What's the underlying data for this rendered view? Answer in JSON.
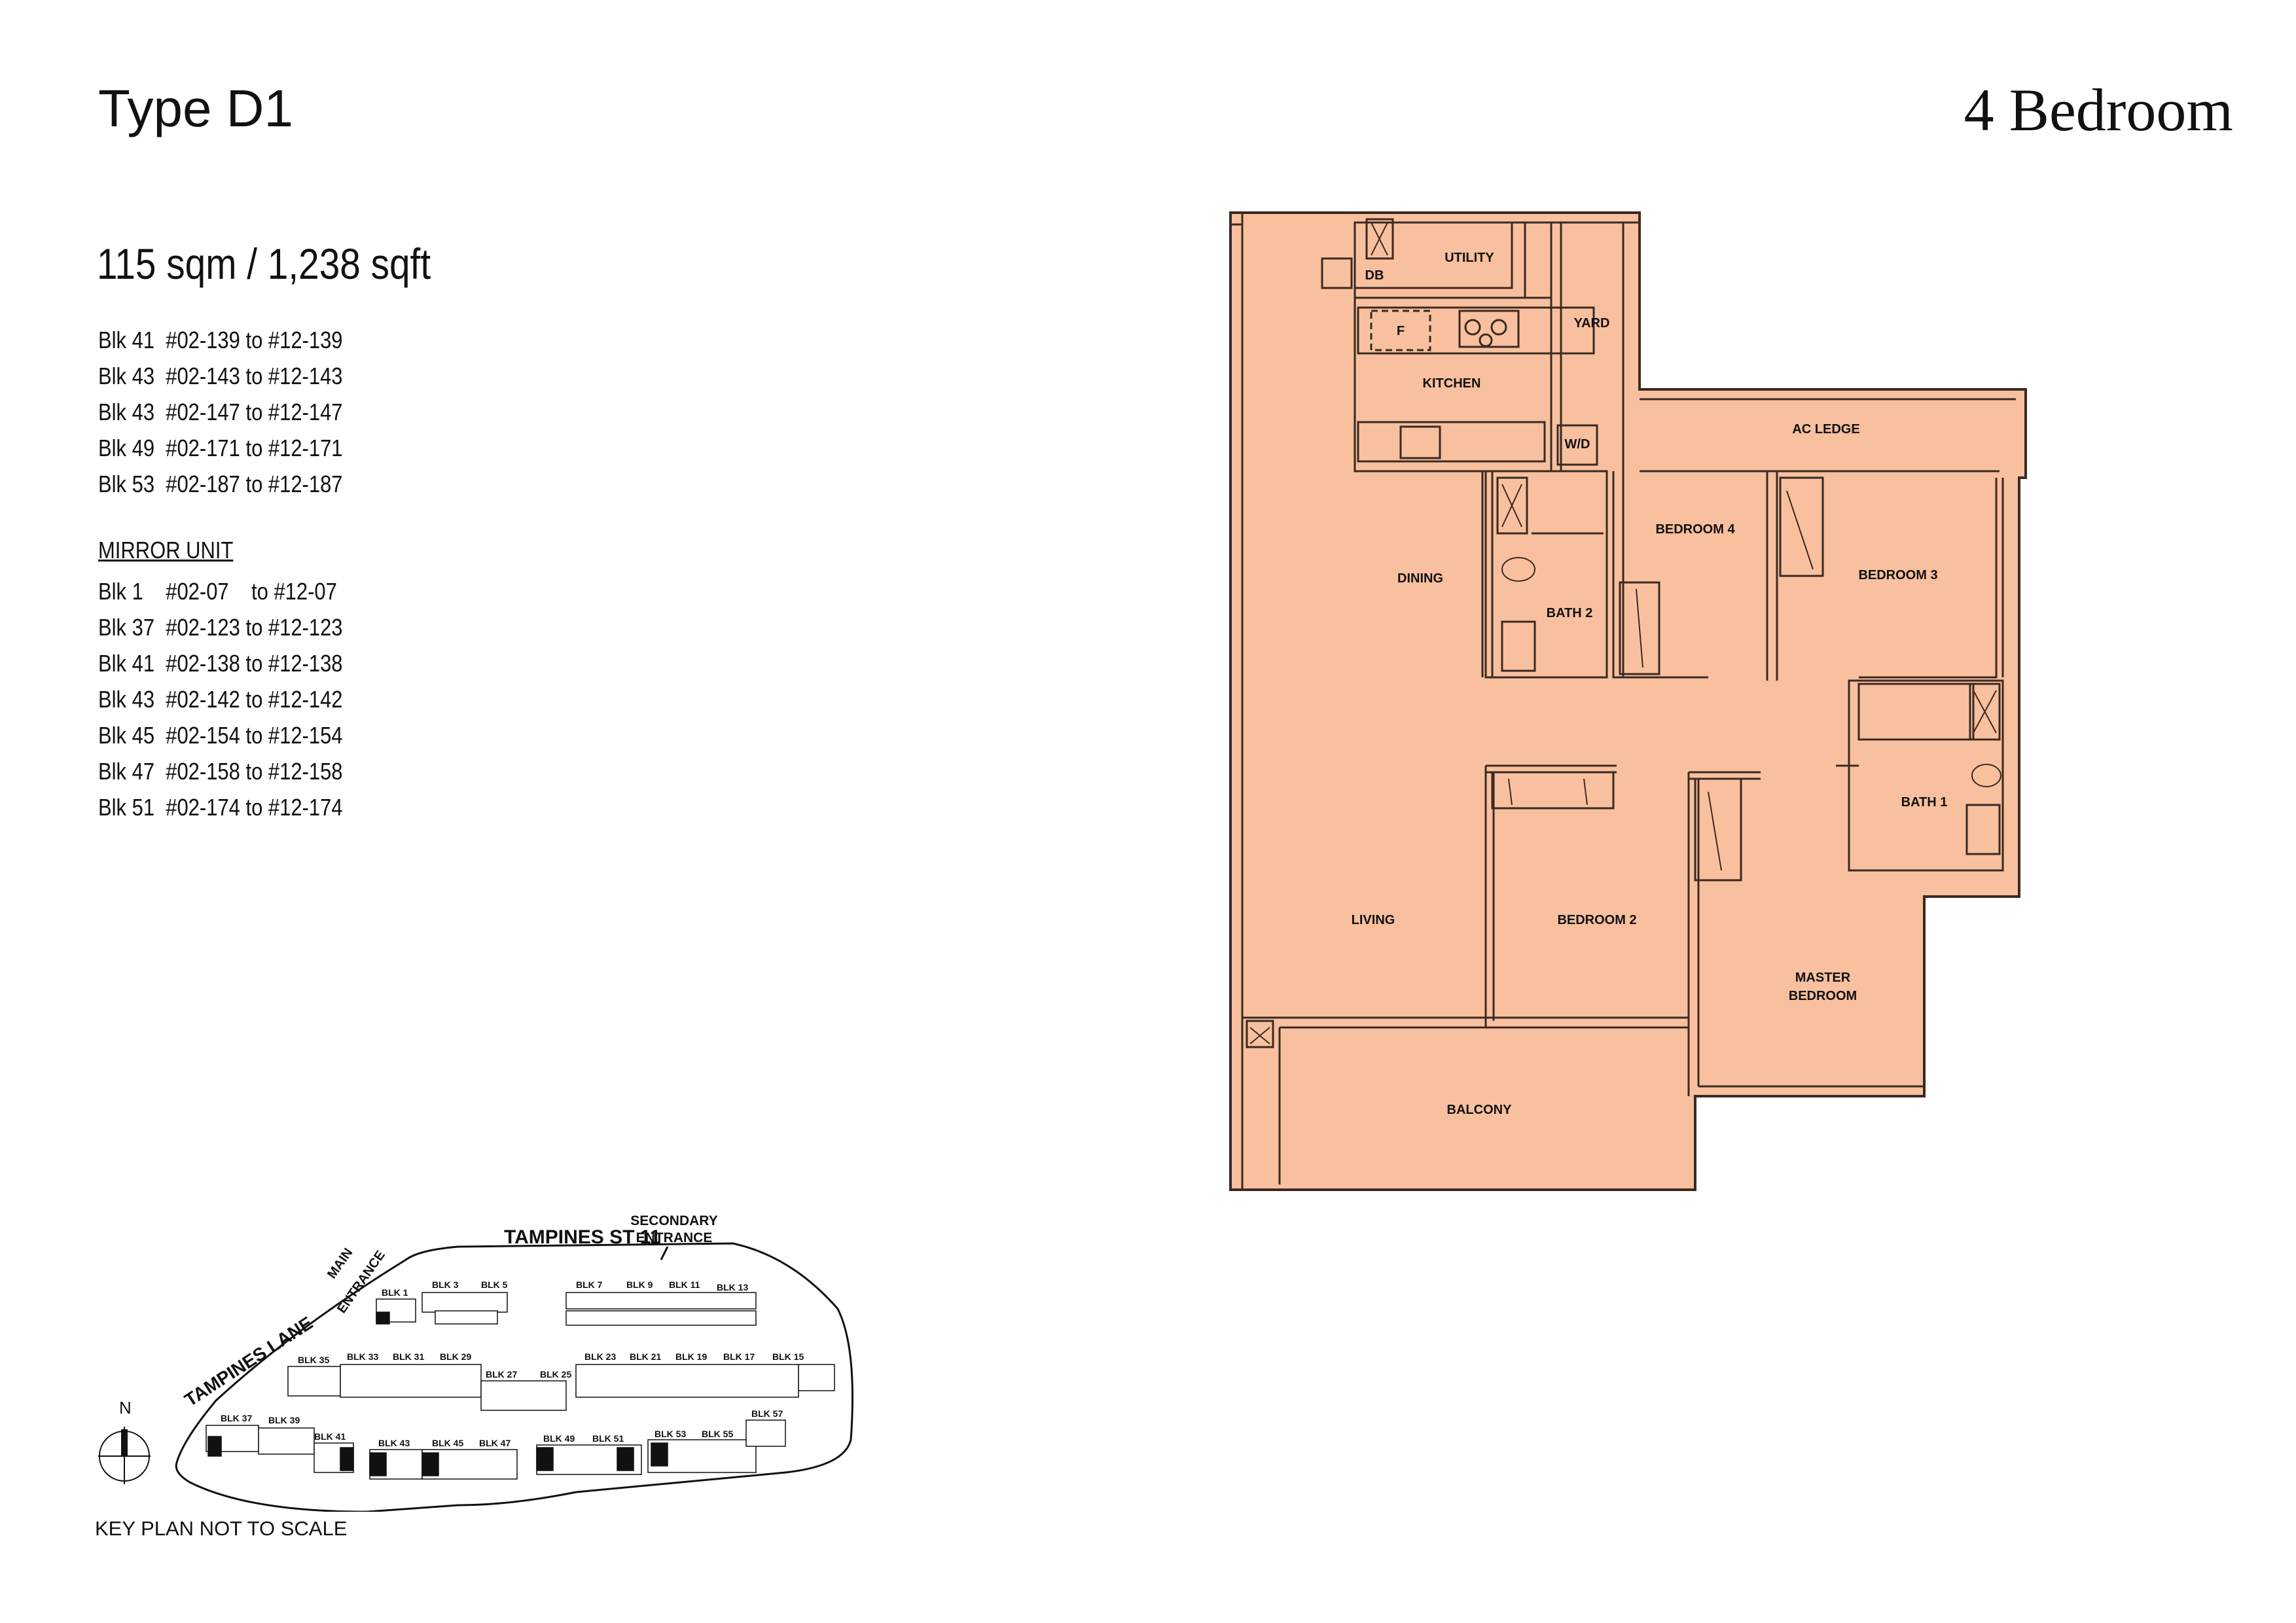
{
  "header": {
    "type_title": "Type D1",
    "bedroom_title": "4 Bedroom",
    "area": "115 sqm / 1,238 sqft"
  },
  "units": [
    "Blk 41  #02-139 to #12-139",
    "Blk 43  #02-143 to #12-143",
    "Blk 43  #02-147 to #12-147",
    "Blk 49  #02-171 to #12-171",
    "Blk 53  #02-187 to #12-187"
  ],
  "mirror": {
    "heading": "MIRROR UNIT",
    "units": [
      "Blk 1    #02-07    to #12-07",
      "Blk 37  #02-123 to #12-123",
      "Blk 41  #02-138 to #12-138",
      "Blk 43  #02-142 to #12-142",
      "Blk 45  #02-154 to #12-154",
      "Blk 47  #02-158 to #12-158",
      "Blk 51  #02-174 to #12-174"
    ]
  },
  "floorplan": {
    "fill_color": "#f8c09e",
    "line_color": "#3a2a22",
    "rooms": {
      "utility": "UTILITY",
      "db": "DB",
      "fridge": "F",
      "kitchen": "KITCHEN",
      "yard": "YARD",
      "wd": "W/D",
      "ac_ledge": "AC LEDGE",
      "bedroom4": "BEDROOM 4",
      "bedroom3": "BEDROOM 3",
      "dining": "DINING",
      "bath2": "BATH 2",
      "bath1": "BATH 1",
      "living": "LIVING",
      "bedroom2": "BEDROOM 2",
      "master_1": "MASTER",
      "master_2": "BEDROOM",
      "balcony": "BALCONY"
    }
  },
  "keyplan": {
    "street_top": "TAMPINES ST 11",
    "secondary_1": "SECONDARY",
    "secondary_2": "ENTRANCE",
    "main_1": "MAIN",
    "main_2": "ENTRANCE",
    "lane": "TAMPINES LANE",
    "north": "N",
    "caption": "KEY PLAN NOT TO SCALE",
    "blocks_top": [
      "BLK 1",
      "BLK 3",
      "BLK 5",
      "BLK 7",
      "BLK 9",
      "BLK 11",
      "BLK 13"
    ],
    "blocks_mid": [
      "BLK 35",
      "BLK 33",
      "BLK 31",
      "BLK 29",
      "BLK 27",
      "BLK 25",
      "BLK 23",
      "BLK 21",
      "BLK 19",
      "BLK 17",
      "BLK 15"
    ],
    "blocks_bot": [
      "BLK 37",
      "BLK 39",
      "BLK 41",
      "BLK 43",
      "BLK 45",
      "BLK 47",
      "BLK 49",
      "BLK 51",
      "BLK 53",
      "BLK 55",
      "BLK 57"
    ]
  }
}
